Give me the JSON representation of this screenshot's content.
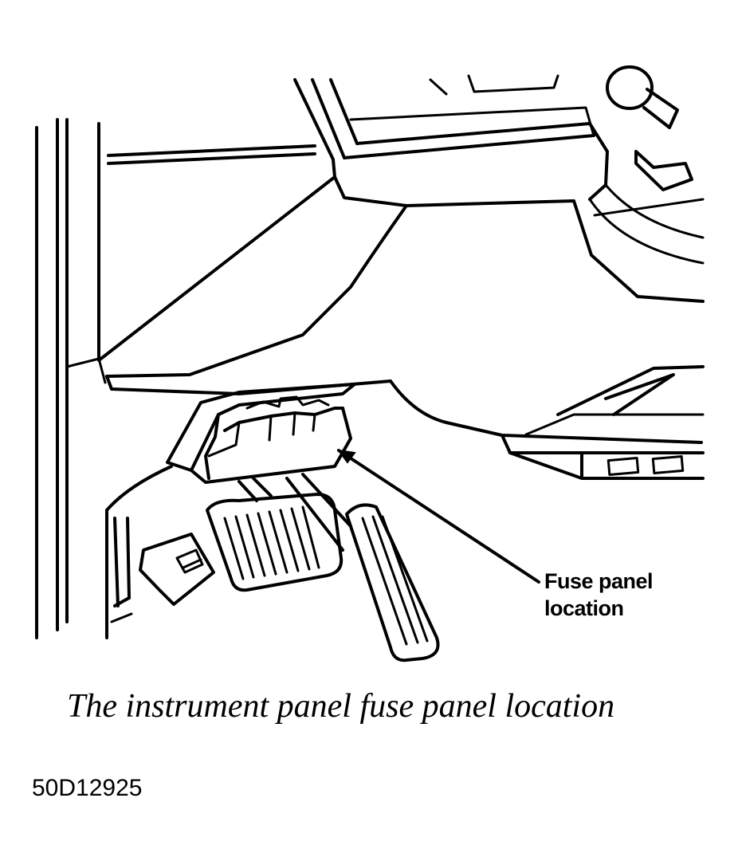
{
  "diagram": {
    "callout": {
      "line1": "Fuse panel",
      "line2": "location"
    },
    "caption": "The instrument panel fuse panel location",
    "figure_id": "50D12925"
  }
}
